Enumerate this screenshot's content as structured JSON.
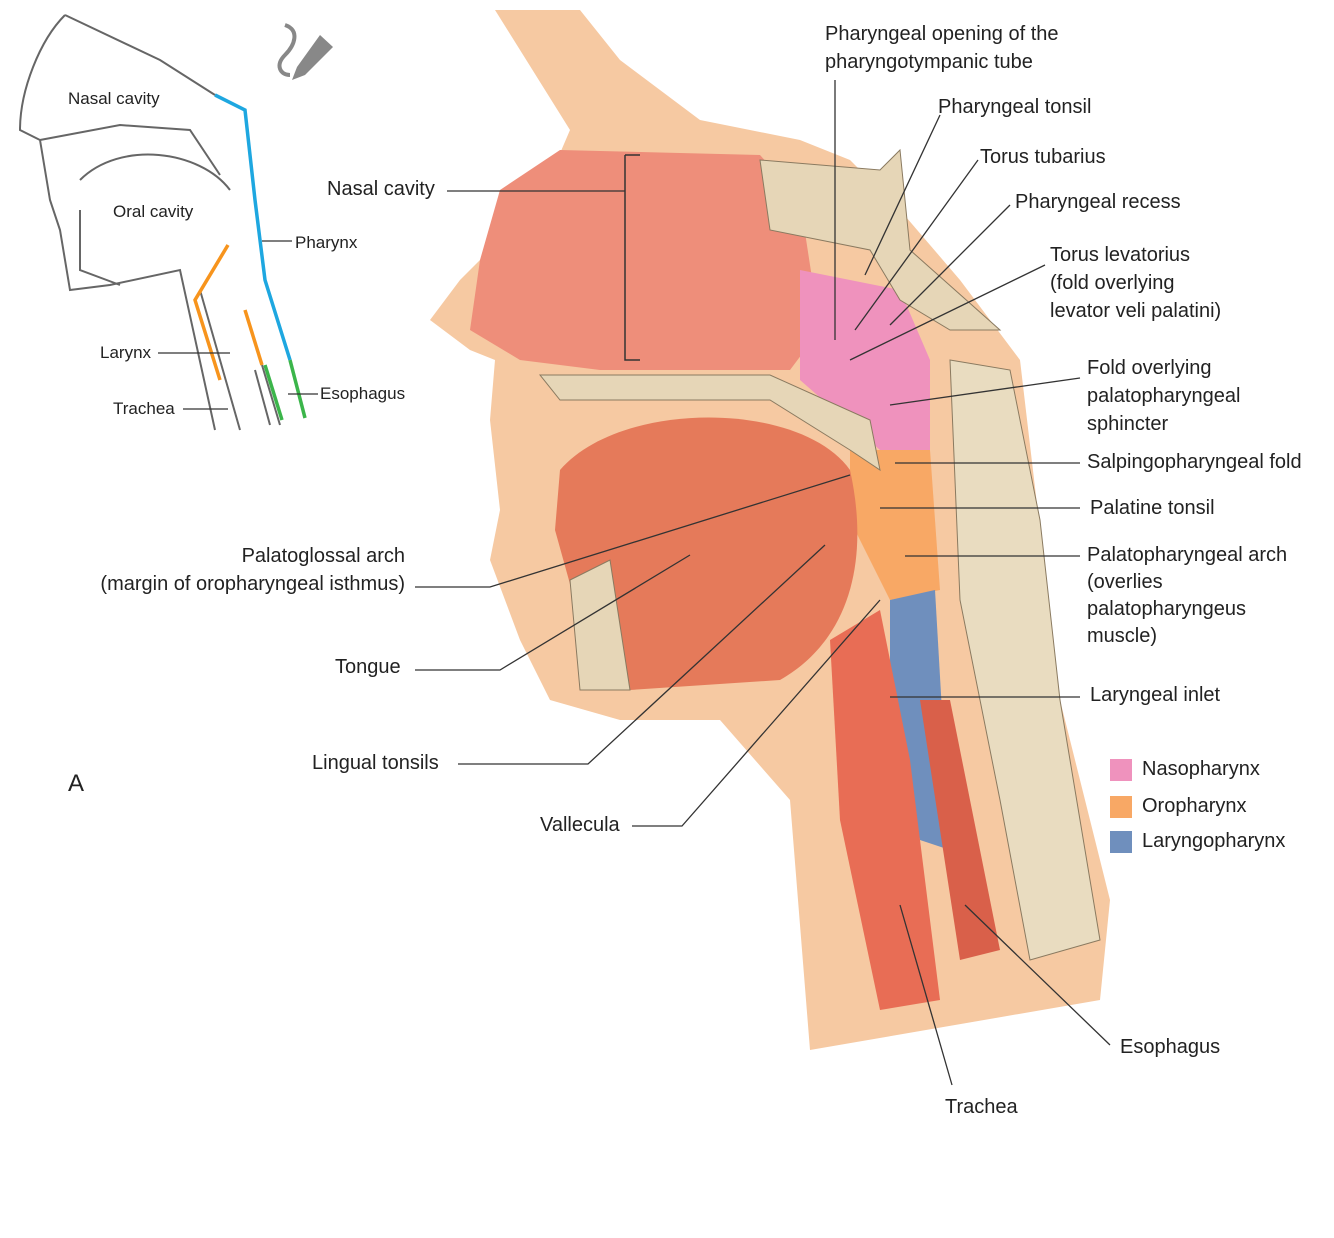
{
  "figure_letter": "A",
  "inset": {
    "labels": {
      "nasal_cavity": "Nasal cavity",
      "oral_cavity": "Oral cavity",
      "pharynx": "Pharynx",
      "larynx": "Larynx",
      "trachea": "Trachea",
      "esophagus": "Esophagus"
    },
    "icon": "edit-pencil-icon"
  },
  "labels": {
    "pharyngeal_opening": [
      "Pharyngeal opening of the",
      "pharyngotympanic tube"
    ],
    "pharyngeal_tonsil": "Pharyngeal tonsil",
    "torus_tubarius": "Torus tubarius",
    "pharyngeal_recess": "Pharyngeal recess",
    "torus_levatorius": [
      "Torus levatorius",
      "(fold overlying",
      "levator veli palatini)"
    ],
    "fold_sphincter": [
      "Fold overlying",
      "palatopharyngeal",
      "sphincter"
    ],
    "salpingopharyngeal_fold": "Salpingopharyngeal fold",
    "palatine_tonsil": "Palatine tonsil",
    "palatopharyngeal_arch": [
      "Palatopharyngeal arch",
      "(overlies",
      "palatopharyngeus",
      "muscle)"
    ],
    "laryngeal_inlet": "Laryngeal inlet",
    "esophagus": "Esophagus",
    "trachea": "Trachea",
    "nasal_cavity": "Nasal cavity",
    "palatoglossal_arch": [
      "Palatoglossal arch",
      "(margin of oropharyngeal isthmus)"
    ],
    "tongue": "Tongue",
    "lingual_tonsils": "Lingual tonsils",
    "vallecula": "Vallecula"
  },
  "legend": [
    {
      "label": "Nasopharynx",
      "color": "#ef92bd"
    },
    {
      "label": "Oropharynx",
      "color": "#f8a865"
    },
    {
      "label": "Laryngopharynx",
      "color": "#6f8fbd"
    }
  ]
}
